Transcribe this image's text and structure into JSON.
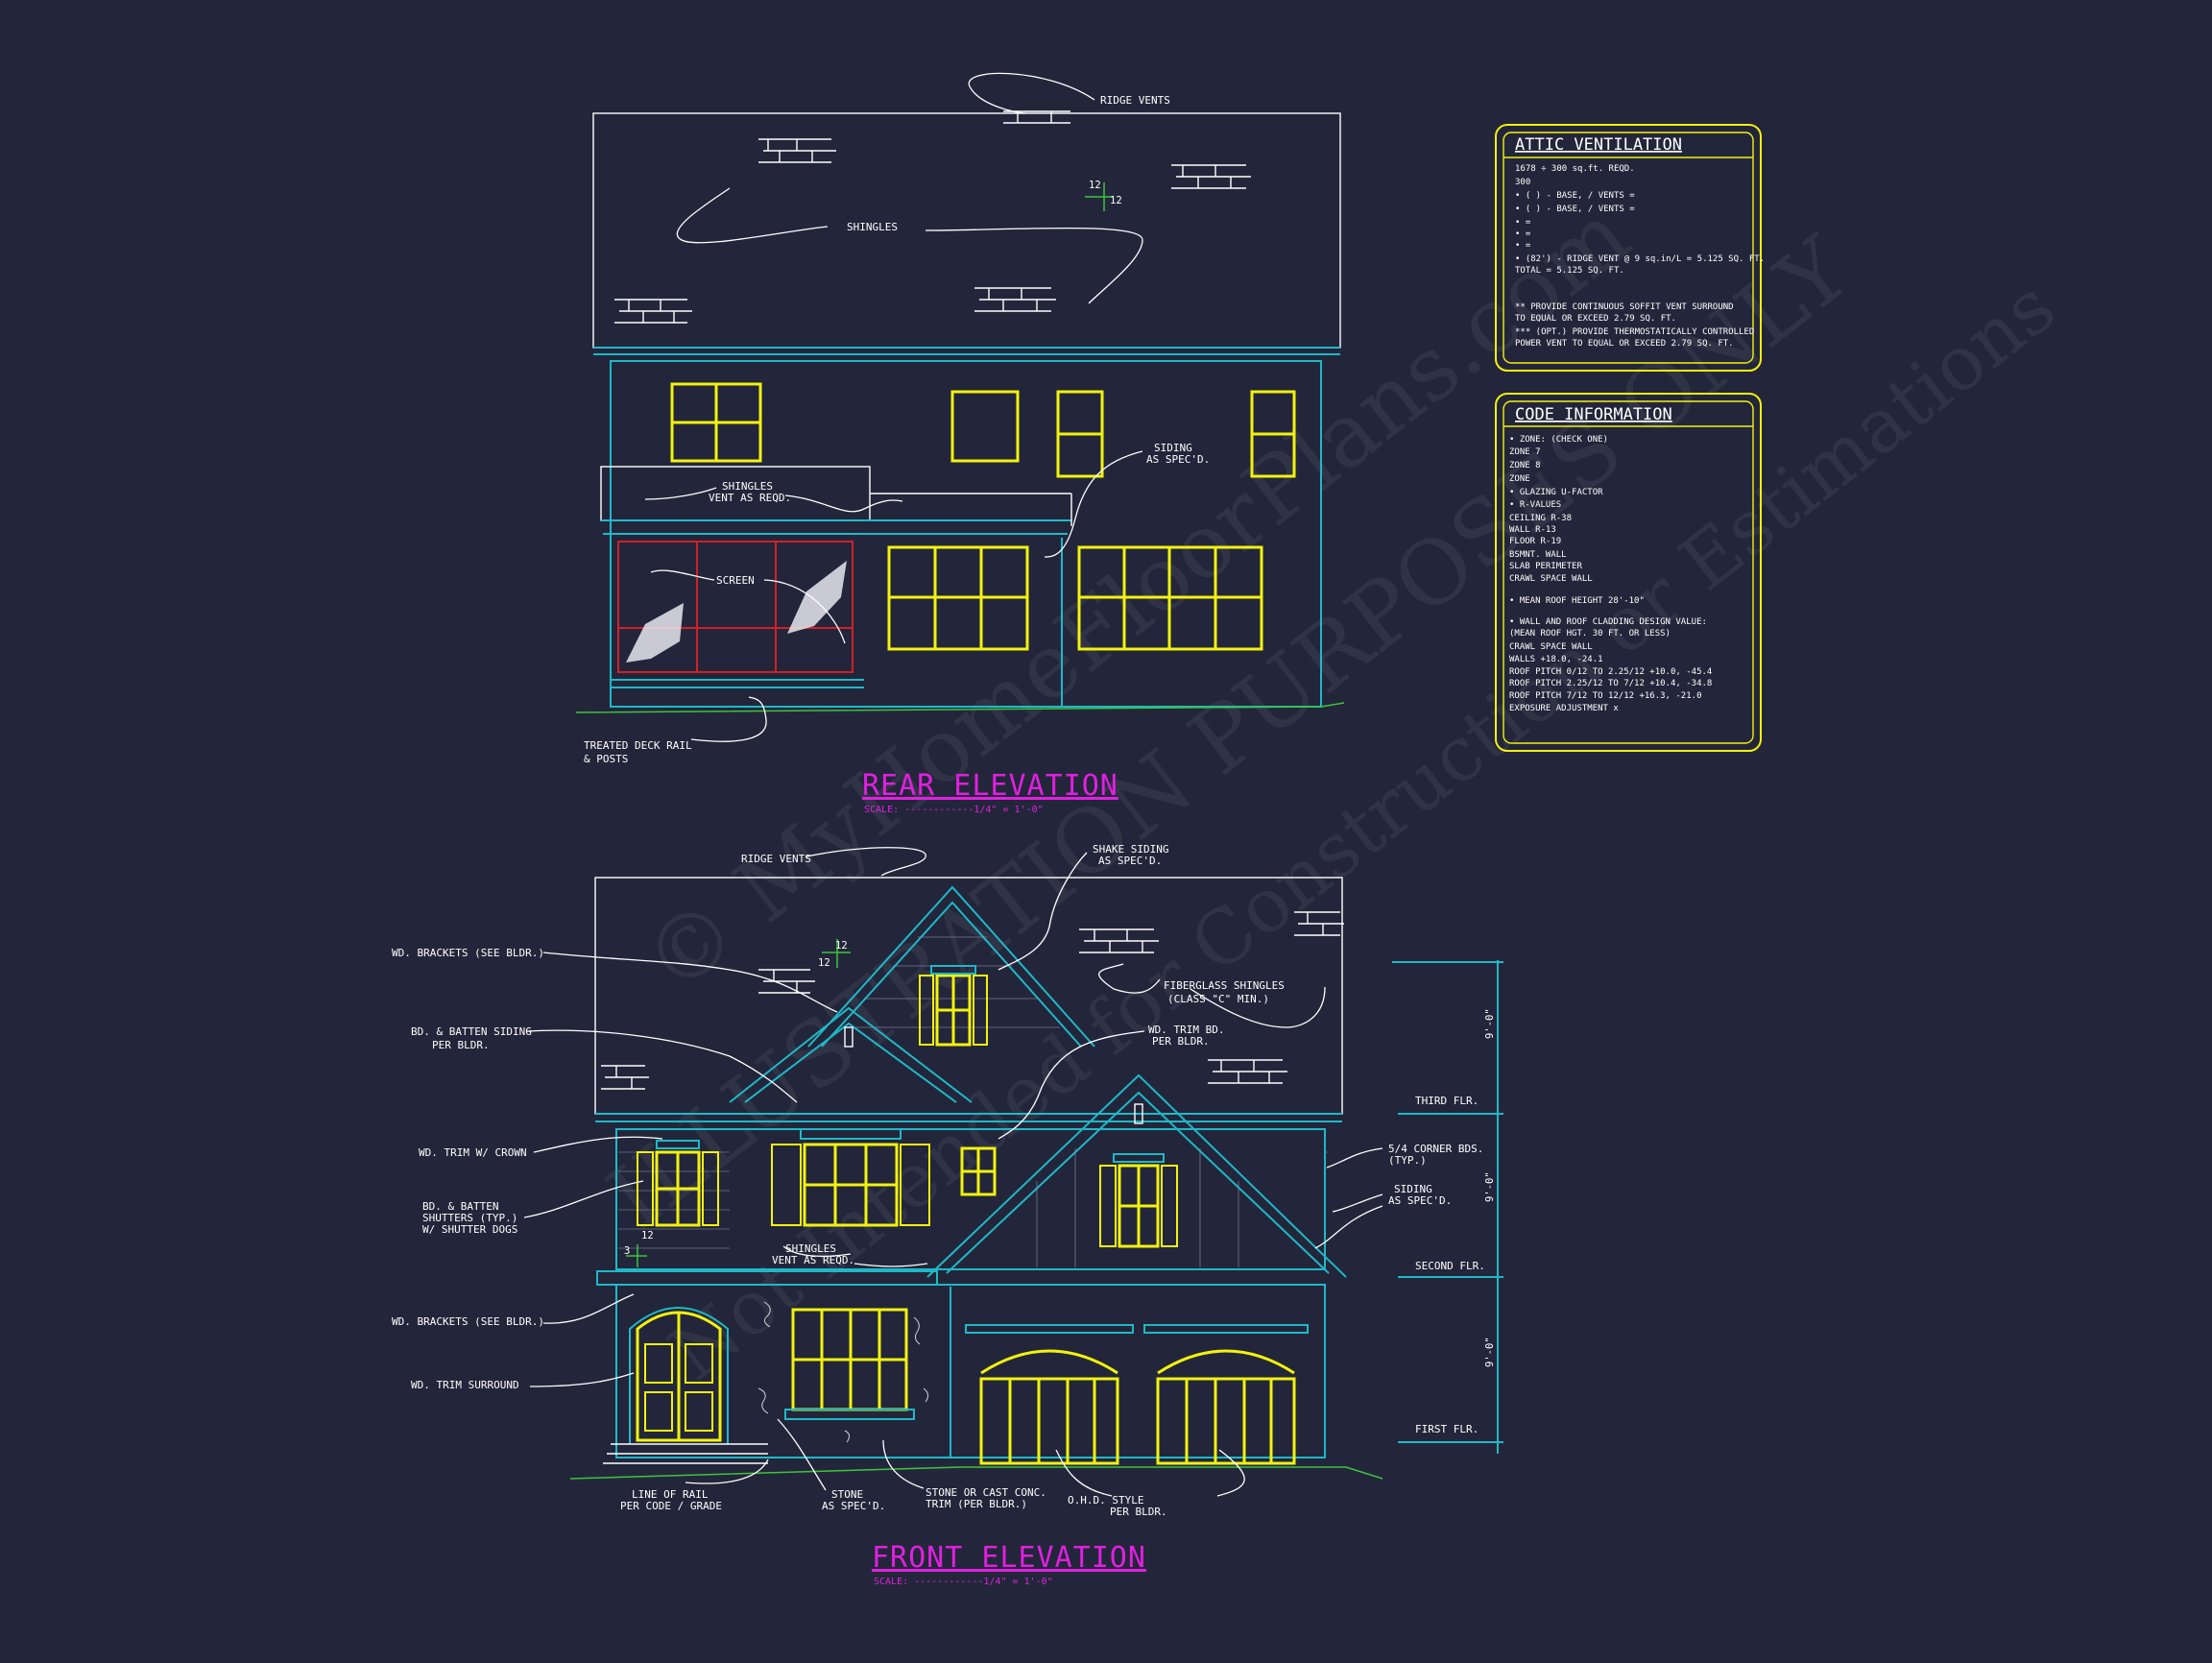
{
  "watermark": {
    "line1": "© MyHomeFloorPlans.com",
    "line2": "ILLUSTRATION PURPOSES ONLY",
    "line3": "Not Intended for Construction or Estimations"
  },
  "rear": {
    "title": "REAR ELEVATION",
    "scale": "SCALE: ------------1/4\" = 1'-0\"",
    "ridge_vents": "RIDGE VENTS",
    "shingles": "SHINGLES",
    "pitch_a": "12",
    "pitch_b": "12",
    "shingles_vent_1": "SHINGLES",
    "shingles_vent_2": "VENT AS REQD.",
    "siding_1": "SIDING",
    "siding_2": "AS SPEC'D.",
    "screen": "SCREEN",
    "deck_1": "TREATED DECK RAIL",
    "deck_2": "& POSTS"
  },
  "front": {
    "title": "FRONT ELEVATION",
    "scale": "SCALE: ------------1/4\" = 1'-0\"",
    "ridge_vents": "RIDGE VENTS",
    "shake_1": "SHAKE SIDING",
    "shake_2": "AS SPEC'D.",
    "pitch_a": "12",
    "pitch_b": "12",
    "brackets_top": "WD. BRACKETS (SEE BLDR.)",
    "bd_batten_1": "BD. & BATTEN SIDING",
    "bd_batten_2": "PER BLDR.",
    "fiberglass_1": "FIBERGLASS SHINGLES",
    "fiberglass_2": "(CLASS \"C\" MIN.)",
    "trim_bd_1": "WD. TRIM BD.",
    "trim_bd_2": "PER BLDR.",
    "trim_crown": "WD. TRIM W/ CROWN",
    "shutters_1": "BD. & BATTEN",
    "shutters_2": "SHUTTERS (TYP.)",
    "shutters_3": "W/ SHUTTER DOGS",
    "corner_1": "5/4 CORNER BDS.",
    "corner_2": "(TYP.)",
    "siding_1": "SIDING",
    "siding_2": "AS SPEC'D.",
    "shingles_vent_1": "SHINGLES",
    "shingles_vent_2": "VENT AS REQD.",
    "pitch_c": "3",
    "pitch_d": "12",
    "brackets_low": "WD. BRACKETS (SEE BLDR.)",
    "trim_surround": "WD. TRIM SURROUND",
    "rail_1": "LINE OF RAIL",
    "rail_2": "PER CODE / GRADE",
    "stone_1": "STONE",
    "stone_2": "AS SPEC'D.",
    "stone_trim_1": "STONE OR CAST CONC.",
    "stone_trim_2": "TRIM (PER BLDR.)",
    "ohd_1": "O.H.D. STYLE",
    "ohd_2": "PER BLDR.",
    "third_flr": "THIRD FLR.",
    "second_flr": "SECOND FLR.",
    "first_flr": "FIRST FLR.",
    "dim_1": "9'-0\"",
    "dim_2": "9'-0\"",
    "dim_3": "9'-0\""
  },
  "attic": {
    "title": "ATTIC VENTILATION",
    "lines": [
      "1678 ÷ 300 sq.ft. REQD.",
      "300",
      "• (  ) -          BASE,    /    VENTS    =",
      "• (  ) -          BASE,    /    VENTS    =",
      "•                                            =",
      "•                                            =",
      "•                                            =",
      "• (82') - RIDGE VENT @ 9 sq.in/L = 5.125 SQ. FT.",
      "                        TOTAL      = 5.125 SQ. FT.",
      "",
      "** PROVIDE CONTINUOUS SOFFIT VENT SURROUND",
      "   TO EQUAL OR EXCEED  2.79 SQ. FT.",
      "*** (OPT.) PROVIDE THERMOSTATICALLY CONTROLLED",
      "   POWER VENT TO EQUAL OR EXCEED  2.79 SQ. FT."
    ]
  },
  "code": {
    "title": "CODE INFORMATION",
    "lines": [
      "• ZONE: (CHECK ONE)",
      "      ZONE 7",
      "      ZONE 8",
      "      ZONE",
      "• GLAZING U-FACTOR",
      "• R-VALUES",
      "      CEILING                R-38",
      "      WALL                    R-13",
      "      FLOOR                  R-19",
      "      BSMNT. WALL",
      "      SLAB PERIMETER",
      "      CRAWL SPACE WALL",
      "",
      "• MEAN ROOF HEIGHT  28'-10\"",
      "",
      "• WALL AND ROOF CLADDING DESIGN VALUE:",
      "   (MEAN ROOF HGT. 30 FT. OR LESS)",
      "      CRAWL SPACE WALL",
      "      WALLS                           +18.0, -24.1",
      "      ROOF PITCH 0/12 TO 2.25/12   +10.0, -45.4",
      "      ROOF PITCH 2.25/12 TO 7/12   +10.4, -34.8",
      "      ROOF PITCH 7/12 TO 12/12     +16.3, -21.0",
      "      EXPOSURE ADJUSTMENT         x"
    ]
  },
  "colors": {
    "background": "#23263a",
    "cyan": "#1fb8c8",
    "yellow": "#f2f20f",
    "magenta": "#e020e0",
    "red": "#d0202a",
    "green": "#3cc43c",
    "white": "#ffffff"
  }
}
